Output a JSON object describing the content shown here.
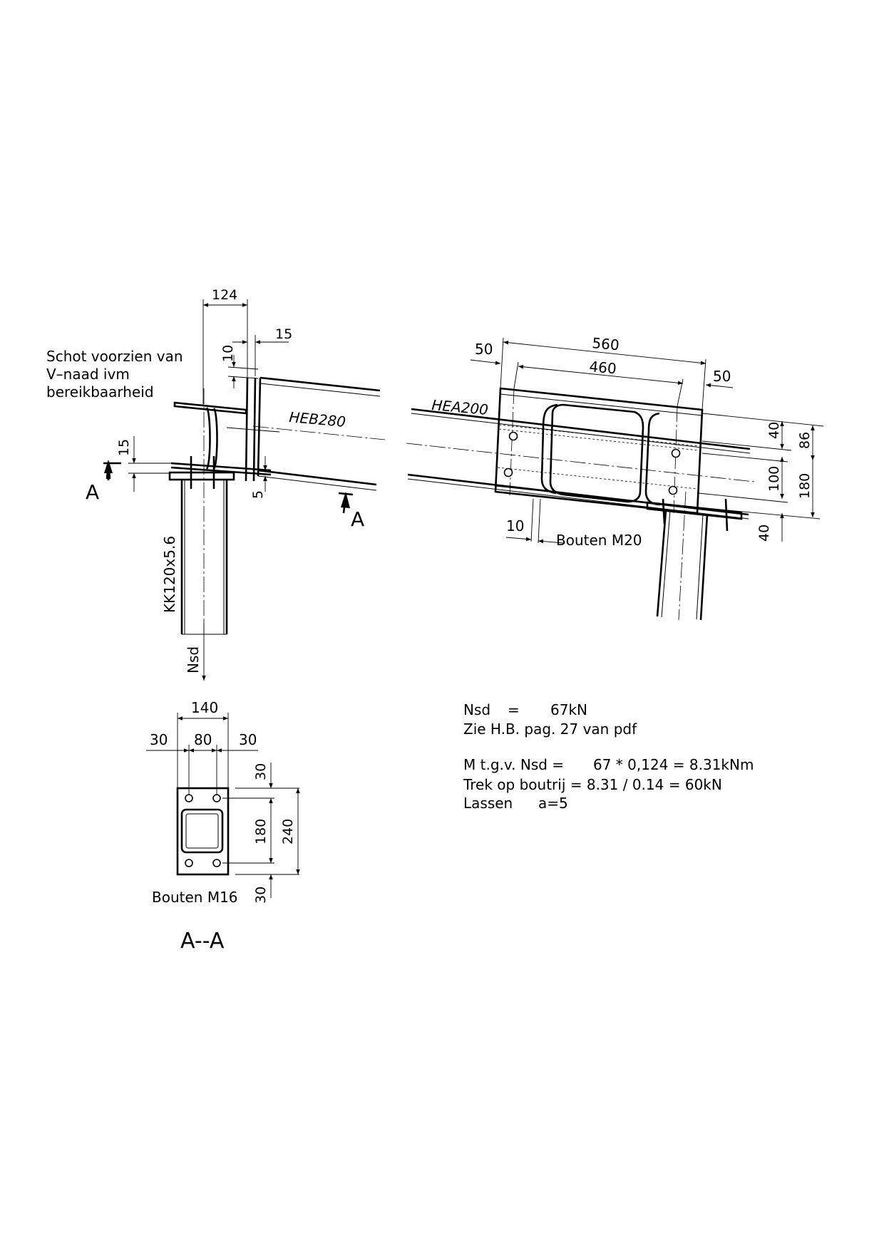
{
  "elevation": {
    "note": [
      "Schot voorzien van",
      "V–naad ivm",
      "bereikbaarheid"
    ],
    "dim_width": "124",
    "dim_plate": "15",
    "dim_top": "10",
    "dim_bottom": "5",
    "dim_left": "15",
    "beam_label": "HEB280",
    "column_label": "KK120x5.6",
    "load_label": "Nsd",
    "section_mark": "A"
  },
  "side_view": {
    "beam_label": "HEA200",
    "dim_total": "560",
    "dim_inner": "460",
    "dim_edge_left": "50",
    "dim_edge_right": "50",
    "dim_bolt_edge": "10",
    "bolts_label": "Bouten M20",
    "vdim_40_top": "40",
    "vdim_100": "100",
    "vdim_40_bottom": "40",
    "vdim_86": "86",
    "vdim_180": "180"
  },
  "section": {
    "dim_width": "140",
    "dim_left": "30",
    "dim_mid": "80",
    "dim_right": "30",
    "dim_top": "30",
    "dim_mid_v": "180",
    "dim_bottom": "30",
    "dim_height": "240",
    "bolts_label": "Bouten M16",
    "title": "A--A"
  },
  "calc": {
    "nsd_label": "Nsd",
    "nsd_eq": "=",
    "nsd_value": "67kN",
    "ref": "Zie H.B. pag. 27 van pdf",
    "moment_label": "M  t.g.v.  Nsd =",
    "moment_value": "67  * 0,124   =  8.31kNm",
    "tension": "Trek op boutrij = 8.31  /  0.14   =  60kN",
    "weld_label": "Lassen",
    "weld_value": "a=5"
  }
}
